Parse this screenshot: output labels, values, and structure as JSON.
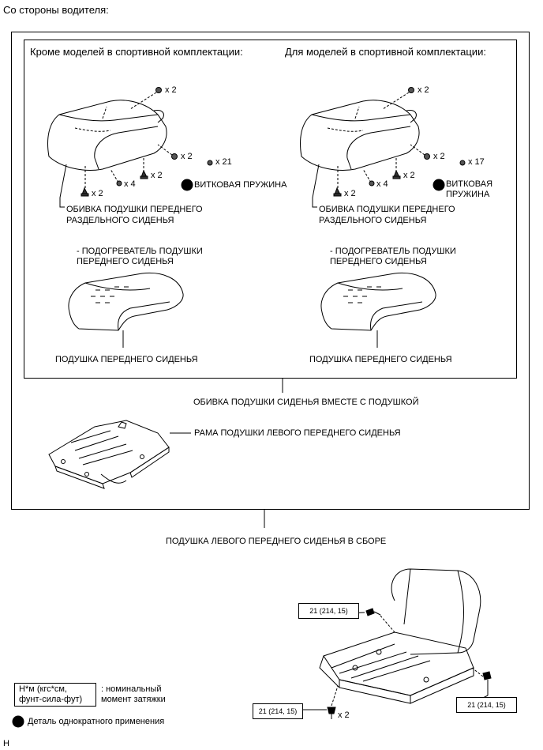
{
  "header": {
    "side_label": "Со стороны водителя:"
  },
  "left_variant": {
    "title": "Кроме моделей в спортивной комплектации:",
    "qty_top": "x 2",
    "qty_side": "x 2",
    "qty_nut": "x 2",
    "qty_clip": "x 4",
    "qty_base": "x 2",
    "qty_spring": "x 21",
    "spring_label": "ВИТКОВАЯ ПРУЖИНА",
    "cover_label_1": "ОБИВКА ПОДУШКИ ПЕРЕДНЕГО",
    "cover_label_2": "РАЗДЕЛЬНОГО СИДЕНЬЯ",
    "heater_label_1": "- ПОДОГРЕВАТЕЛЬ ПОДУШКИ",
    "heater_label_2": "ПЕРЕДНЕГО СИДЕНЬЯ",
    "cushion_label": "ПОДУШКА ПЕРЕДНЕГО СИДЕНЬЯ"
  },
  "right_variant": {
    "title": "Для моделей в спортивной комплектации:",
    "qty_top": "x 2",
    "qty_side": "x 2",
    "qty_nut": "x 2",
    "qty_clip": "x 4",
    "qty_base": "x 2",
    "qty_spring": "x 17",
    "spring_label_1": "ВИТКОВАЯ",
    "spring_label_2": "ПРУЖИНА",
    "cover_label_1": "ОБИВКА ПОДУШКИ ПЕРЕДНЕГО",
    "cover_label_2": "РАЗДЕЛЬНОГО СИДЕНЬЯ",
    "heater_label_1": "- ПОДОГРЕВАТЕЛЬ ПОДУШКИ",
    "heater_label_2": "ПЕРЕДНЕГО СИДЕНЬЯ",
    "cushion_label": "ПОДУШКА ПЕРЕДНЕГО СИДЕНЬЯ"
  },
  "assembly": {
    "cover_with_cushion": "ОБИВКА ПОДУШКИ СИДЕНЬЯ ВМЕСТЕ С ПОДУШКОЙ",
    "frame_label": "РАМА ПОДУШКИ ЛЕВОГО ПЕРЕДНЕГО СИДЕНЬЯ",
    "seat_assembly": "ПОДУШКА ЛЕВОГО ПЕРЕДНЕГО СИДЕНЬЯ В СБОРЕ"
  },
  "torque": {
    "top": "21 (214, 15)",
    "right": "21 (214, 15)",
    "bottom": "21 (214, 15)",
    "bottom_qty": "x 2"
  },
  "legend": {
    "unit_line_1": "Н*м (кгс*см,",
    "unit_line_2": "фунт-сила-фут)",
    "unit_desc_1": ": номинальный",
    "unit_desc_2": "момент затяжки",
    "single_use": "Деталь однократного применения"
  },
  "footer": {
    "code": "H"
  }
}
